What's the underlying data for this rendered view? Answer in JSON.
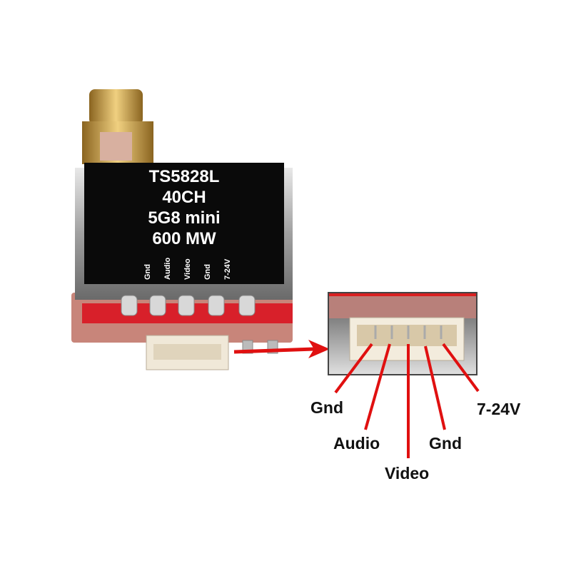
{
  "module": {
    "label_lines": [
      "TS5828L",
      "40CH",
      "5G8 mini",
      "600 MW"
    ],
    "pin_labels": [
      "Gnd",
      "Audio",
      "Video",
      "Gnd",
      "7-24V"
    ]
  },
  "pinout": {
    "pins": [
      "Gnd",
      "Audio",
      "Video",
      "Gnd",
      "7-24V"
    ]
  },
  "colors": {
    "arrow": "#e01010",
    "shield": "#0a0a0a",
    "pcb": "#d8202a",
    "connector": "#f0e8d8",
    "gold": "#c9a24a"
  }
}
